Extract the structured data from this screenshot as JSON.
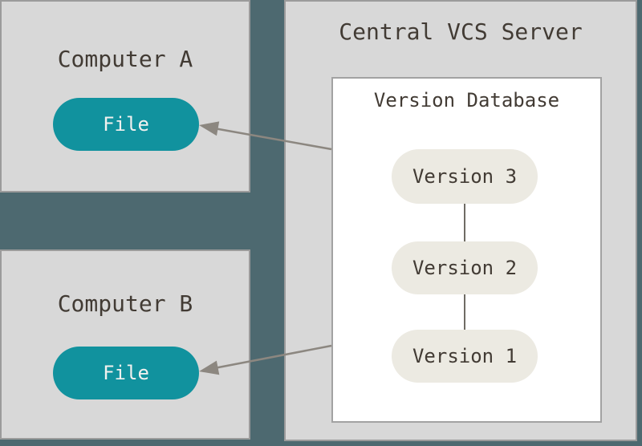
{
  "computer_a": {
    "title": "Computer A",
    "file_label": "File"
  },
  "computer_b": {
    "title": "Computer B",
    "file_label": "File"
  },
  "server": {
    "title": "Central VCS Server",
    "version_database": {
      "title": "Version Database",
      "versions": [
        "Version 3",
        "Version 2",
        "Version 1"
      ]
    }
  },
  "colors": {
    "background": "#4D6970",
    "panel_fill": "#D8D8D8",
    "panel_border": "#9B9B9B",
    "database_fill": "#FFFFFF",
    "database_border": "#A2A2A2",
    "file_node_fill": "#11929E",
    "file_node_text": "#F2F1EF",
    "version_node_fill": "#ECEAE2",
    "text_dark": "#423B34",
    "arrow": "#8C8780",
    "connector_line": "#6F6C64"
  }
}
